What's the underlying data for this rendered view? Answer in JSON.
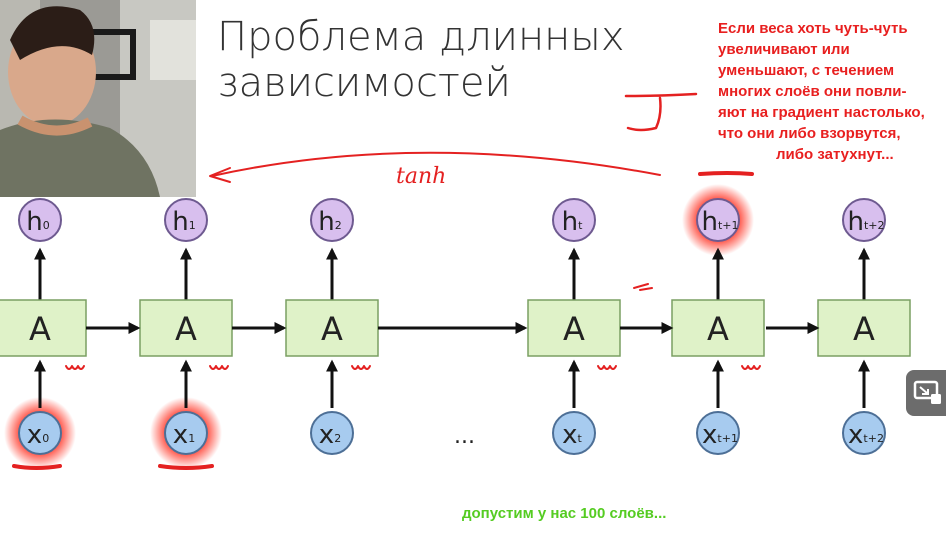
{
  "slide": {
    "title_line1": "Проблема длинных",
    "title_line2": "зависимостей",
    "annotation_lines": [
      "Если веса хоть чуть-чуть",
      "увеличивают или",
      "уменьшают, с течением",
      "многих слоёв они повли-",
      "яют на градиент настолько,",
      "что они либо взорвутся,",
      "либо затухнут..."
    ],
    "bottom_note": "допустим у нас 100 слоёв...",
    "handwritten_label": "tanh",
    "ellipsis": "..."
  },
  "rnn": {
    "cell_label": "A",
    "hidden": [
      {
        "base": "h",
        "sub": "0"
      },
      {
        "base": "h",
        "sub": "1"
      },
      {
        "base": "h",
        "sub": "2"
      },
      {
        "base": "h",
        "sub": "t"
      },
      {
        "base": "h",
        "sub": "t+1"
      },
      {
        "base": "h",
        "sub": "t+2"
      }
    ],
    "inputs": [
      {
        "base": "x",
        "sub": "0"
      },
      {
        "base": "x",
        "sub": "1"
      },
      {
        "base": "x",
        "sub": "2"
      },
      {
        "base": "x",
        "sub": "t"
      },
      {
        "base": "x",
        "sub": "t+1"
      },
      {
        "base": "x",
        "sub": "t+2"
      }
    ],
    "glow_color": "#ff2a1a"
  },
  "colors": {
    "annotation_red": "#e81f1f",
    "bottom_green": "#55cc22",
    "cell_fill": "#dff2c8",
    "hidden_fill": "#d8bfee",
    "input_fill": "#a7cbef"
  },
  "icons": {
    "cast": "screen-cast-icon"
  }
}
